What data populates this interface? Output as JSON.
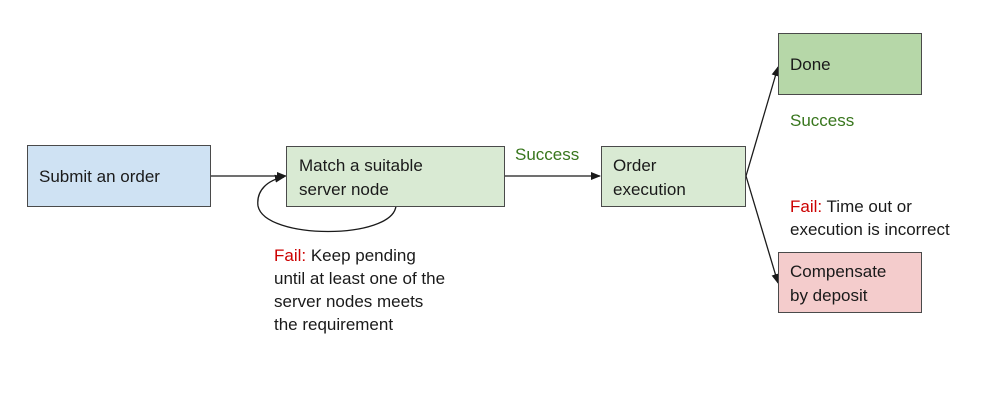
{
  "nodes": {
    "submit": {
      "line1": "Submit an order"
    },
    "match": {
      "line1": "Match a suitable",
      "line2": "server node"
    },
    "execution": {
      "line1": "Order",
      "line2": "execution"
    },
    "done": {
      "line1": "Done"
    },
    "compensate": {
      "line1": "Compensate",
      "line2": "by deposit"
    }
  },
  "edge_labels": {
    "success_match": "Success",
    "success_done": "Success",
    "fail_keyword": "Fail:",
    "fail_pending": {
      "line1_rest": " Keep pending",
      "line2": "until at least one of the",
      "line3": "server nodes meets",
      "line4": "the requirement"
    },
    "fail_exec": {
      "line1_rest": " Time out or",
      "line2": "execution is incorrect"
    }
  },
  "colors": {
    "submit_fill": "#cfe2f3",
    "match_fill": "#d9ead3",
    "execution_fill": "#d9ead3",
    "done_fill": "#b6d7a8",
    "compensate_fill": "#f4cccc",
    "success_text": "#38761d",
    "fail_text": "#cc0000"
  }
}
